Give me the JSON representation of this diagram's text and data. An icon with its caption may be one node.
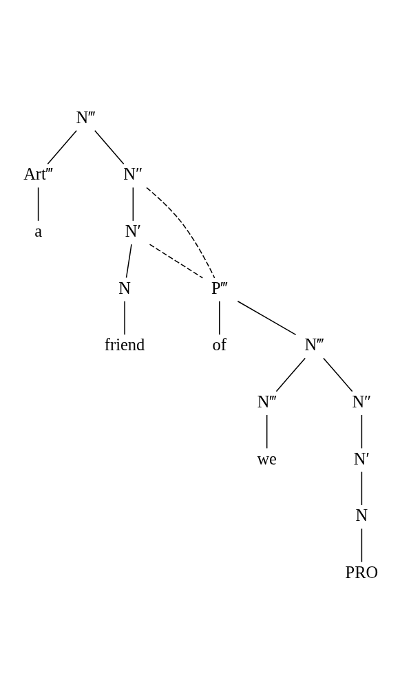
{
  "diagram": {
    "nodes": [
      {
        "text": [
          "N‴"
        ]
      },
      {
        "text": [
          "Art‴"
        ]
      },
      {
        "text": [
          "N″"
        ]
      },
      {
        "text": [
          "a"
        ]
      },
      {
        "text": [
          "N′"
        ]
      },
      {
        "text": [
          "N"
        ]
      },
      {
        "text": [
          "P‴"
        ]
      },
      {
        "text": [
          "friend"
        ]
      },
      {
        "text": [
          "of"
        ]
      },
      {
        "text": [
          "N‴"
        ]
      },
      {
        "text": [
          "N‴"
        ]
      },
      {
        "text": [
          "N″"
        ]
      },
      {
        "text": [
          "we"
        ]
      },
      {
        "text": [
          "N′"
        ]
      },
      {
        "text": [
          "N"
        ]
      },
      {
        "text": [
          "PRO"
        ]
      }
    ],
    "edges": [
      {
        "from": 0,
        "to": 1,
        "arrow": "none"
      },
      {
        "from": 0,
        "to": 2,
        "arrow": "none"
      },
      {
        "from": 1,
        "to": 3,
        "arrow": "none"
      },
      {
        "from": 2,
        "to": 4,
        "arrow": "none"
      },
      {
        "from": 2,
        "to": 6,
        "arrow": "none",
        "style": "dashed"
      },
      {
        "from": 4,
        "to": 5,
        "arrow": "none"
      },
      {
        "from": 4,
        "to": 6,
        "arrow": "none",
        "style": "dashed"
      },
      {
        "from": 5,
        "to": 7,
        "arrow": "none"
      },
      {
        "from": 6,
        "to": 8,
        "arrow": "none"
      },
      {
        "from": 6,
        "to": 9,
        "arrow": "none"
      },
      {
        "from": 9,
        "to": 10,
        "arrow": "none"
      },
      {
        "from": 9,
        "to": 11,
        "arrow": "none"
      },
      {
        "from": 10,
        "to": 12,
        "arrow": "none"
      },
      {
        "from": 11,
        "to": 13,
        "arrow": "none"
      },
      {
        "from": 13,
        "to": 14,
        "arrow": "none"
      },
      {
        "from": 14,
        "to": 15,
        "arrow": "none"
      }
    ]
  }
}
